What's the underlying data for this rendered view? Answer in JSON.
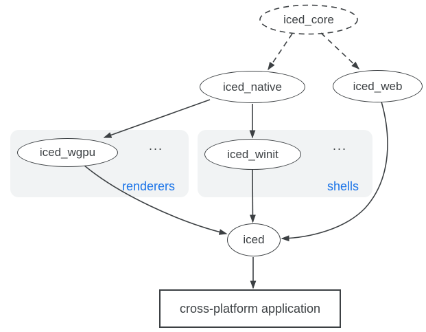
{
  "diagram": {
    "colors": {
      "background": "#ffffff",
      "node_fill": "#ffffff",
      "node_stroke": "#3c4043",
      "text": "#3c4043",
      "group_fill": "#f1f3f4",
      "group_label": "#1a73e8",
      "edge": "#3c4043"
    },
    "nodes": [
      {
        "id": "iced_core",
        "label": "iced_core",
        "shape": "ellipse",
        "style": "dashed"
      },
      {
        "id": "iced_native",
        "label": "iced_native",
        "shape": "ellipse",
        "style": "solid"
      },
      {
        "id": "iced_web",
        "label": "iced_web",
        "shape": "ellipse",
        "style": "solid"
      },
      {
        "id": "iced_wgpu",
        "label": "iced_wgpu",
        "shape": "ellipse",
        "style": "solid",
        "group": "renderers"
      },
      {
        "id": "iced_winit",
        "label": "iced_winit",
        "shape": "ellipse",
        "style": "solid",
        "group": "shells"
      },
      {
        "id": "iced",
        "label": "iced",
        "shape": "ellipse",
        "style": "solid"
      },
      {
        "id": "app",
        "label": "cross-platform application",
        "shape": "rect",
        "style": "solid"
      }
    ],
    "groups": [
      {
        "id": "renderers",
        "label": "renderers",
        "ellipsis": "..."
      },
      {
        "id": "shells",
        "label": "shells",
        "ellipsis": "..."
      }
    ],
    "edges": [
      {
        "from": "iced_core",
        "to": "iced_native",
        "style": "dashed"
      },
      {
        "from": "iced_core",
        "to": "iced_web",
        "style": "dashed"
      },
      {
        "from": "iced_native",
        "to": "iced_wgpu",
        "style": "solid"
      },
      {
        "from": "iced_native",
        "to": "iced_winit",
        "style": "solid"
      },
      {
        "from": "iced_wgpu",
        "to": "iced",
        "style": "solid"
      },
      {
        "from": "iced_winit",
        "to": "iced",
        "style": "solid"
      },
      {
        "from": "iced_web",
        "to": "iced",
        "style": "solid"
      },
      {
        "from": "iced",
        "to": "app",
        "style": "solid"
      }
    ]
  }
}
